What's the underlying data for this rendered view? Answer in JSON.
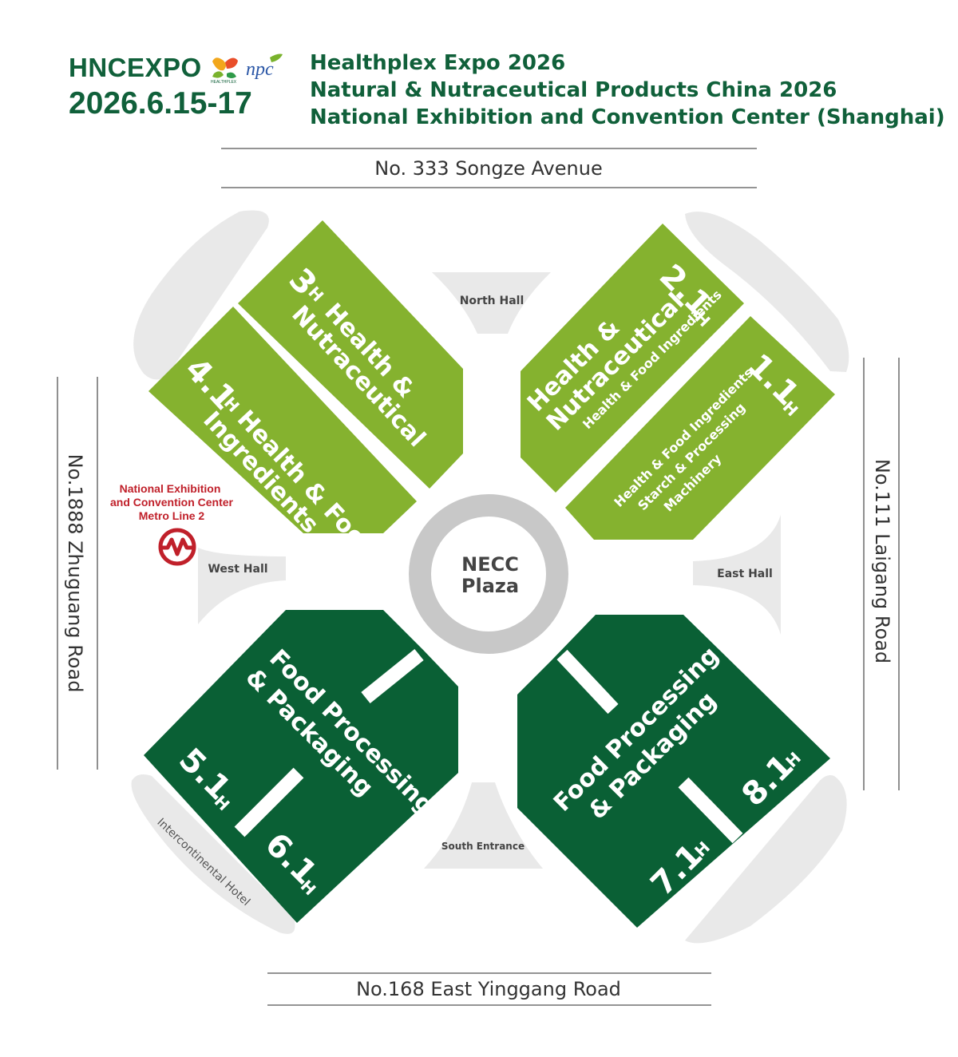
{
  "header": {
    "logo_text": "HNCEXPO",
    "logo_sub": "HEALTHPLEX",
    "npc_logo": "npc",
    "dates": "2026.6.15-17",
    "title_line1": "Healthplex Expo 2026",
    "title_line2": "Natural & Nutraceutical Products China 2026",
    "title_line3": "National Exhibition and Convention Center (Shanghai)"
  },
  "roads": {
    "north": "No. 333 Songze Avenue",
    "south": "No.168 East Yinggang Road",
    "west": "No.1888 Zhuguang Road",
    "east": "No.111  Laigang Road"
  },
  "metro": {
    "line1": "National Exhibition",
    "line2": "and Convention Center",
    "line3": "Metro Line 2",
    "icon": "shanghai-metro-icon"
  },
  "entrances": {
    "north": "North Hall",
    "west": "West Hall",
    "east": "East Hall",
    "south": "South Entrance",
    "hotel": "Intercontinental Hotel"
  },
  "plaza": {
    "line1": "NECC",
    "line2": "Plaza"
  },
  "halls": {
    "h3": {
      "number": "3",
      "unit": "H",
      "line1": "Health &",
      "line2": "Nutraceutical"
    },
    "h41": {
      "number": "4.1",
      "unit": "H",
      "line1": "Health & Food",
      "line2": "Ingredients"
    },
    "h21": {
      "number": "2.1",
      "unit": "H",
      "line1": "Health &",
      "line2": "Nutraceutical",
      "line3": "Health & Food Ingredients"
    },
    "h11": {
      "number": "1.1",
      "unit": "H",
      "line1": "Health & Food Ingredients",
      "line2": "Starch & Processing",
      "line3": "Machinery"
    },
    "h51": {
      "number": "5.1",
      "unit": "H"
    },
    "h61": {
      "number": "6.1",
      "unit": "H"
    },
    "west_fp": {
      "line1": "Food Processing",
      "line2": "& Packaging"
    },
    "h71": {
      "number": "7.1",
      "unit": "H"
    },
    "h81": {
      "number": "8.1",
      "unit": "H"
    },
    "east_fp": {
      "line1": "Food Processing",
      "line2": "& Packaging"
    }
  },
  "colors": {
    "brand_green": "#10603a",
    "light_green": "#85b22f",
    "dark_green": "#0a6035",
    "gray": "#e9e9e9",
    "plaza_ring": "#c8c8c8",
    "metro_red": "#c0202a"
  }
}
